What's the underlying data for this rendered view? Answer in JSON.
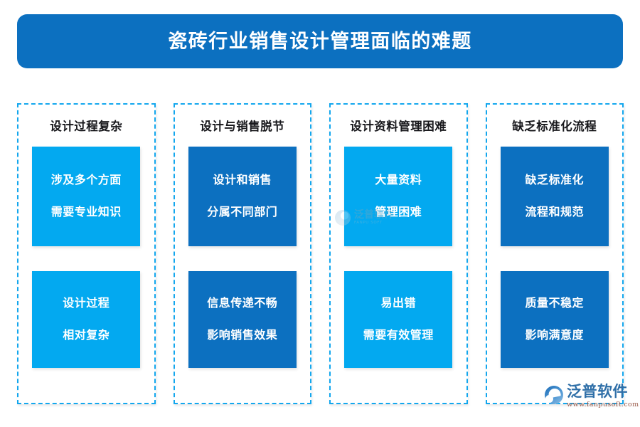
{
  "header": {
    "title": "瓷砖行业销售设计管理面临的难题",
    "background_color": "#0C70C0",
    "text_color": "#FFFFFF"
  },
  "palette": {
    "light_blue": "#03A9F0",
    "dark_blue": "#0C70C0",
    "dashed_border": "#13A7EE",
    "header_text": "#17171B",
    "page_background": "#FFFFFF"
  },
  "columns": [
    {
      "header": "设计过程复杂",
      "boxes": [
        {
          "color": "#03A9F0",
          "lines": [
            "涉及多个方面",
            "需要专业知识"
          ]
        },
        {
          "color": "#03A9F0",
          "lines": [
            "设计过程",
            "相对复杂"
          ]
        }
      ]
    },
    {
      "header": "设计与销售脱节",
      "boxes": [
        {
          "color": "#0C70C0",
          "lines": [
            "设计和销售",
            "分属不同部门"
          ]
        },
        {
          "color": "#0C70C0",
          "lines": [
            "信息传递不畅",
            "影响销售效果"
          ]
        }
      ]
    },
    {
      "header": "设计资料管理困难",
      "boxes": [
        {
          "color": "#03A9F0",
          "lines": [
            "大量资料",
            "管理困难"
          ]
        },
        {
          "color": "#03A9F0",
          "lines": [
            "易出错",
            "需要有效管理"
          ]
        }
      ]
    },
    {
      "header": "缺乏标准化流程",
      "boxes": [
        {
          "color": "#0C70C0",
          "lines": [
            "缺乏标准化",
            "流程和规范"
          ]
        },
        {
          "color": "#0C70C0",
          "lines": [
            "质量不稳定",
            "影响满意度"
          ]
        }
      ]
    }
  ],
  "watermark": {
    "brand_cn": "泛普软件",
    "brand_en": "FANPU SOFT"
  },
  "logo": {
    "brand_cn": "泛普软件",
    "site": "www.fanpusoft.com"
  }
}
